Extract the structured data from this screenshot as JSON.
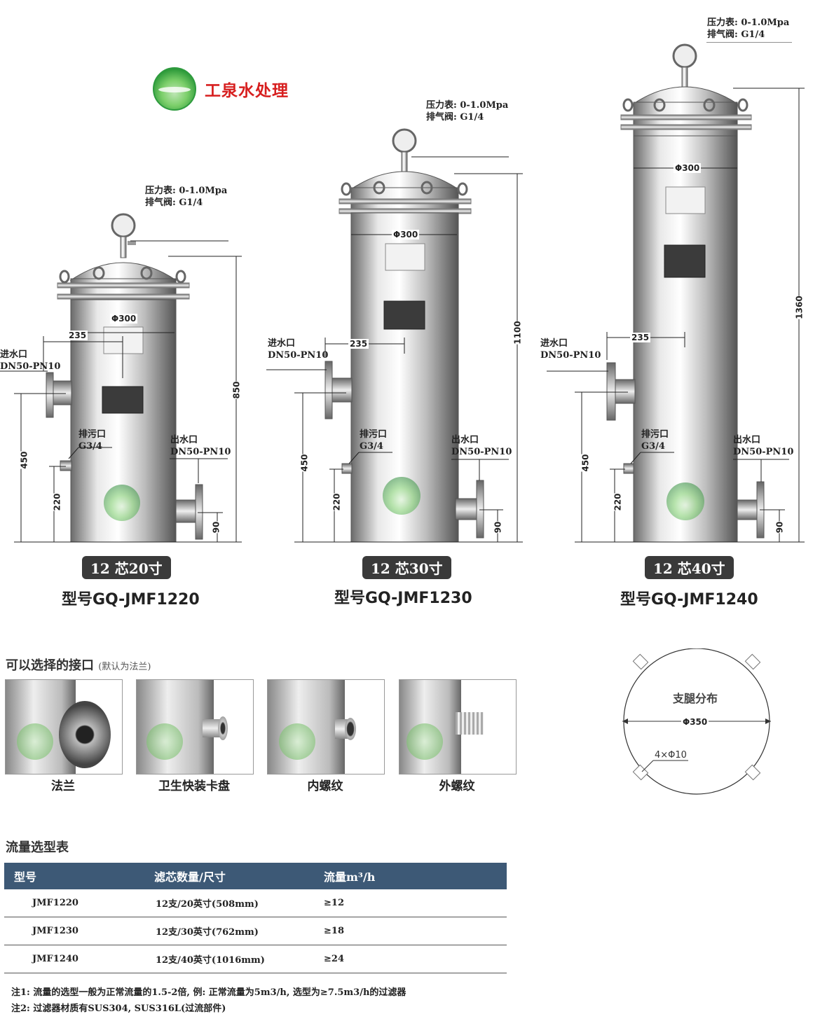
{
  "brand": {
    "name": "工泉水处理"
  },
  "labels": {
    "gauge_line1": "压力表: 0-1.0Mpa",
    "gauge_line2": "排气阀: G1/4",
    "inlet_line1": "进水口",
    "inlet_line2": "DN50-PN10",
    "drain_line1": "排污口",
    "drain_line2": "G3/4",
    "outlet_line1": "出水口",
    "outlet_line2": "DN50-PN10",
    "diameter": "Φ300",
    "inlet_offset": "235",
    "inlet_height": "450",
    "drain_height": "220",
    "outlet_height": "90"
  },
  "filters": [
    {
      "badge": "12 芯20寸",
      "model": "型号GQ-JMF1220",
      "height": "850"
    },
    {
      "badge": "12 芯30寸",
      "model": "型号GQ-JMF1230",
      "height": "1100"
    },
    {
      "badge": "12 芯40寸",
      "model": "型号GQ-JMF1240",
      "height": "1360"
    }
  ],
  "connections": {
    "title": "可以选择的接口",
    "title_note": "(默认为法兰)",
    "items": [
      "法兰",
      "卫生快装卡盘",
      "内螺纹",
      "外螺纹"
    ]
  },
  "legs": {
    "title": "支腿分布",
    "diameter": "Φ350",
    "holes": "4×Φ10"
  },
  "flow_table": {
    "title": "流量选型表",
    "headers": [
      "型号",
      "滤芯数量/尺寸",
      "流量m³/h"
    ],
    "rows": [
      [
        "JMF1220",
        "12支/20英寸(508mm)",
        "≥12"
      ],
      [
        "JMF1230",
        "12支/30英寸(762mm)",
        "≥18"
      ],
      [
        "JMF1240",
        "12支/40英寸(1016mm)",
        "≥24"
      ]
    ]
  },
  "notes": [
    "注1: 流量的选型一般为正常流量的1.5-2倍, 例: 正常流量为5m3/h, 选型为≥7.5m3/h的过滤器",
    "注2: 过滤器材质有SUS304, SUS316L(过流部件)"
  ],
  "colors": {
    "brand_red": "#d71f1f",
    "table_header": "#3d5976",
    "badge_bg": "#3a3a3a"
  }
}
